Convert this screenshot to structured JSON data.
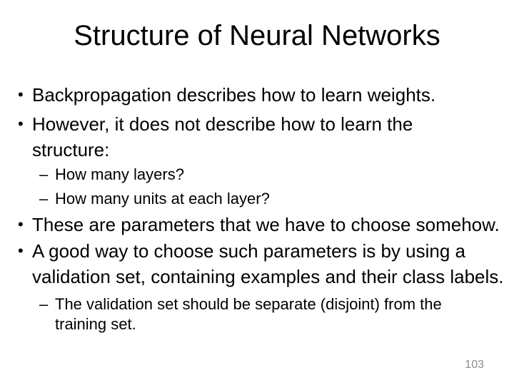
{
  "slide": {
    "title": "Structure of Neural Networks",
    "markers": {
      "level1": "•",
      "level2": "–"
    },
    "bullets": [
      {
        "level": 1,
        "lines": [
          "Backpropagation describes how to learn weights."
        ]
      },
      {
        "level": 1,
        "lines": [
          "However, it does not describe how to learn the",
          "structure:"
        ]
      },
      {
        "level": 2,
        "lines": [
          "How many layers?"
        ]
      },
      {
        "level": 2,
        "lines": [
          "How many units at each layer?"
        ]
      },
      {
        "level": 1,
        "lines": [
          "These are parameters that we have to choose somehow."
        ]
      },
      {
        "level": 1,
        "lines": [
          "A good way to choose such parameters is by using a",
          "validation set, containing examples and their class labels."
        ]
      },
      {
        "level": 2,
        "lines": [
          "The validation set should be separate (disjoint) from the",
          "training set."
        ]
      }
    ],
    "page_number": "103",
    "colors": {
      "background": "#ffffff",
      "text": "#000000",
      "page_number": "#8c8c8c"
    }
  }
}
